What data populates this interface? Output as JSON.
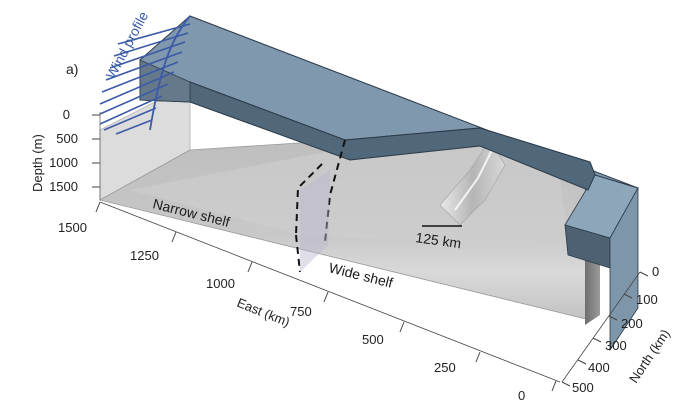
{
  "panel_label": "a)",
  "wind_profile_label": "Wind profile",
  "depth_axis": {
    "title": "Depth (m)",
    "ticks": [
      "0",
      "500",
      "1000",
      "1500"
    ]
  },
  "east_axis": {
    "title": "East (km)",
    "ticks": [
      "1500",
      "1250",
      "1000",
      "750",
      "500",
      "250",
      "0"
    ]
  },
  "north_axis": {
    "title": "North (km)",
    "ticks": [
      "0",
      "100",
      "200",
      "300",
      "400",
      "500"
    ]
  },
  "annotations": {
    "narrow_shelf": "Narrow shelf",
    "wide_shelf": "Wide shelf",
    "scale_bar": "125 km"
  },
  "colors": {
    "water": "#7f98ad",
    "water_dark": "#53697d",
    "seafloor": "#c4c4c4",
    "wind": "#3b5aa8"
  }
}
